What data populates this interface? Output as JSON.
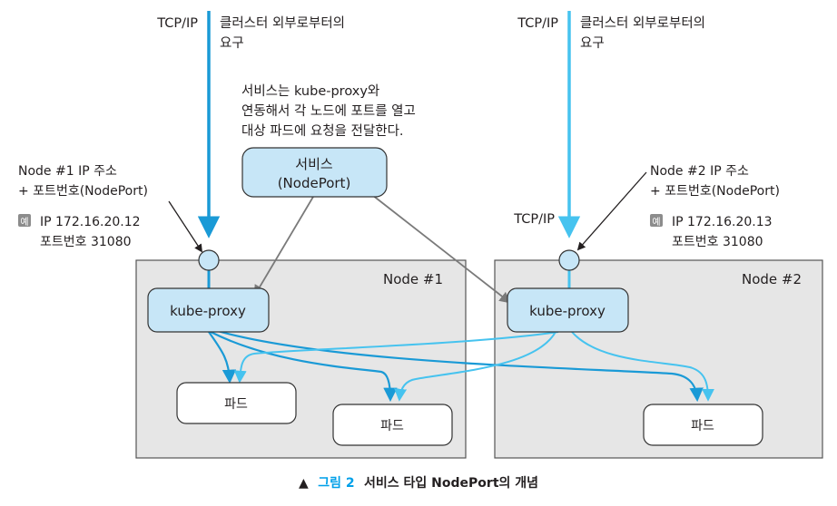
{
  "protocol_left": "TCP/IP",
  "external_request_left": [
    "클러스터 외부로부터의",
    "요구"
  ],
  "protocol_right_top": "TCP/IP",
  "external_request_right": [
    "클러스터 외부로부터의",
    "요구"
  ],
  "protocol_right_mid": "TCP/IP",
  "service_note": [
    "서비스는 kube-proxy와",
    "연동해서 각 노드에 포트를 열고",
    "대상 파드에 요청을 전달한다."
  ],
  "service_box": [
    "서비스",
    "(NodePort)"
  ],
  "node1_label": [
    "Node #1 IP 주소",
    "+ 포트번호(NodePort)"
  ],
  "node1_example_badge": "예",
  "node1_example": [
    "IP 172.16.20.12",
    "포트번호 31080"
  ],
  "node2_label": [
    "Node #2 IP 주소",
    "+ 포트번호(NodePort)"
  ],
  "node2_example_badge": "예",
  "node2_example": [
    "IP 172.16.20.13",
    "포트번호 31080"
  ],
  "node1_title": "Node #1",
  "node2_title": "Node #2",
  "kube_proxy_1": "kube-proxy",
  "kube_proxy_2": "kube-proxy",
  "pods": [
    "파드",
    "파드",
    "파드"
  ],
  "caption": {
    "marker": "▲",
    "figure": "그림 2",
    "text": "서비스 타입 NodePort의 개념"
  },
  "colors": {
    "traffic_node1": "#1a9ad6",
    "traffic_node2": "#46c3ef",
    "service_link": "#7a7a7a",
    "proxy_fill": "#c7e6f7",
    "node_fill": "#e6e6e6",
    "caption_accent": "#00a0e9"
  }
}
